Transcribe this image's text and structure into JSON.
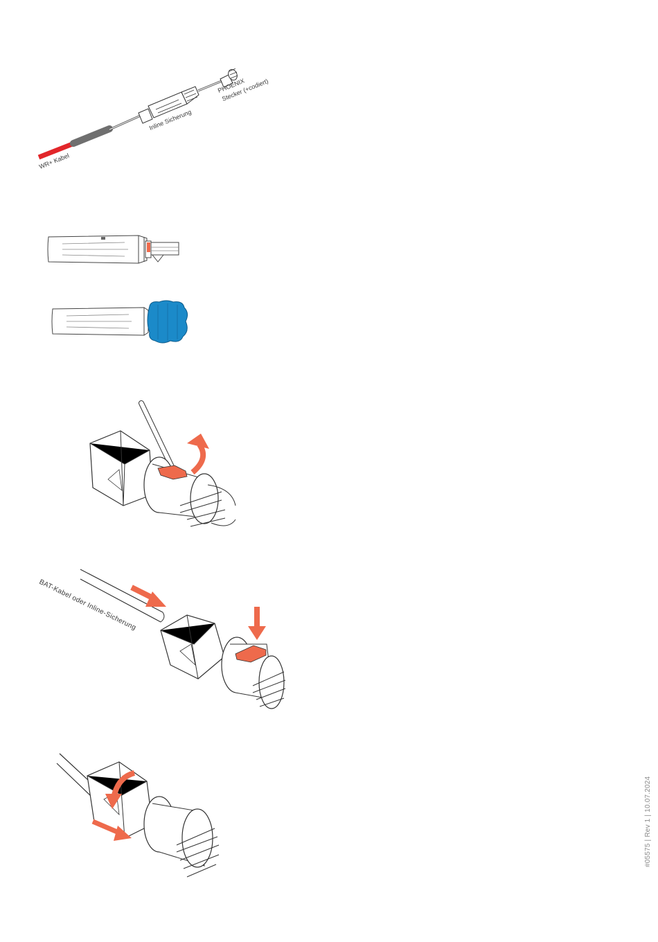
{
  "figure1": {
    "label_cable": "WR+ Kabel",
    "label_fuse": "Inline Sicherung",
    "label_plug_line1": "PHOENIX",
    "label_plug_line2": "Stecker (+codiert)"
  },
  "figure4": {
    "label_cable": "BAT-Kabel oder Inline-Sicherung"
  },
  "footer": {
    "doc_ref": "#05575 | Rev 1 | 10.07.2024"
  },
  "colors": {
    "accent_arrow": "#ee6a4c",
    "cable_red": "#e2262a",
    "cap_blue": "#1b8ac9"
  }
}
